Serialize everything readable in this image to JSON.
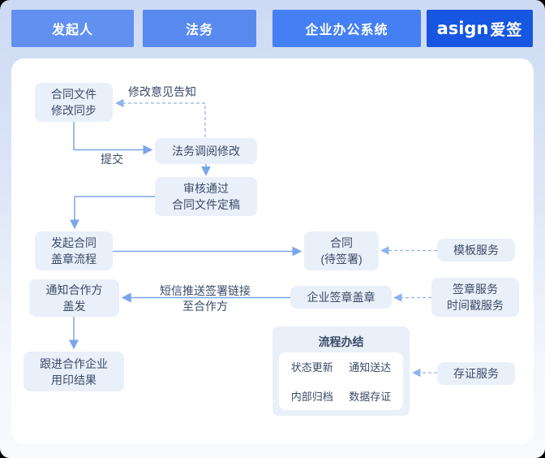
{
  "header": {
    "lanes": [
      {
        "id": "initiator",
        "label": "发起人",
        "color": "#6190f1"
      },
      {
        "id": "legal",
        "label": "法务",
        "color": "#5889ef"
      },
      {
        "id": "office-system",
        "label": "企业办公系统",
        "color": "#4480f4"
      },
      {
        "id": "asign",
        "label": "asign爱签",
        "color": "#1656e0",
        "brand_en": "asign",
        "brand_cn": "爱签"
      }
    ]
  },
  "flow": {
    "nodes": {
      "contract_file_sync": "合同文件\n修改同步",
      "legal_review": "法务调阅修改",
      "review_approved": "审核通过\n合同文件定稿",
      "initiate_seal": "发起合同\n盖章流程",
      "contract_pending": "合同\n(待签署)",
      "template_service": "模板服务",
      "notify_partner": "通知合作方\n盖发",
      "enterprise_seal": "企业签章盖章",
      "seal_service": "签章服务\n时间戳服务",
      "follow_up": "跟进合作企业\n用印结果",
      "evidence_service": "存证服务",
      "process_complete": {
        "title": "流程办结",
        "items": [
          "状态更新",
          "通知送达",
          "内部归档",
          "数据存证"
        ]
      }
    },
    "edge_labels": {
      "modify_notice": "修改意见告知",
      "submit": "提交",
      "sms_push": "短信推送签署链接\n至合作方"
    }
  },
  "colors": {
    "arrow_solid": "#7aa6e9",
    "arrow_dashed": "#8fb2ec",
    "node_fill": "#e9f0fa",
    "node_text": "#3a4b68",
    "panel": "#ffffff"
  }
}
